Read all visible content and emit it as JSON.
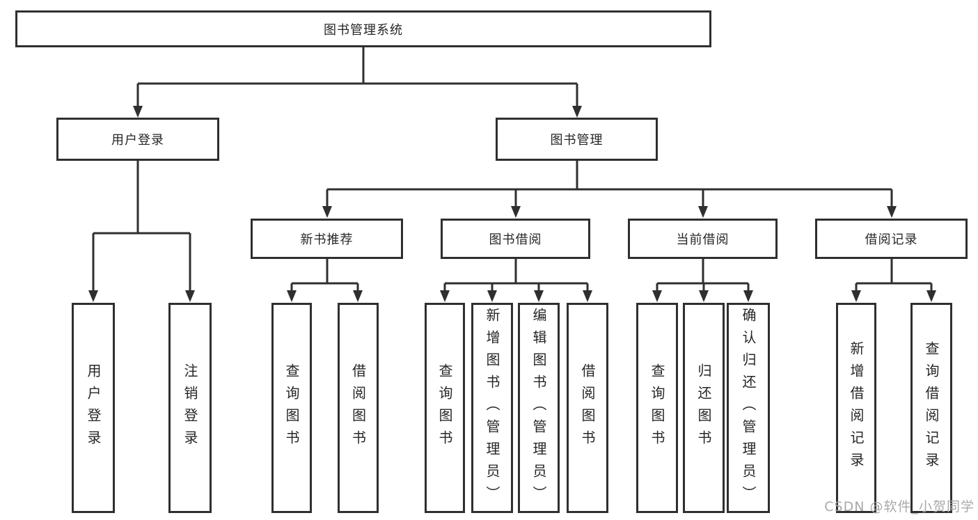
{
  "diagram": {
    "root": {
      "label": "图书管理系统"
    },
    "level2": [
      {
        "parent": "图书管理系统",
        "label": "用户登录"
      },
      {
        "parent": "图书管理系统",
        "label": "图书管理"
      }
    ],
    "level3": [
      {
        "parent": "图书管理",
        "label": "新书推荐"
      },
      {
        "parent": "图书管理",
        "label": "图书借阅"
      },
      {
        "parent": "图书管理",
        "label": "当前借阅"
      },
      {
        "parent": "图书管理",
        "label": "借阅记录"
      }
    ],
    "leaves": [
      {
        "parent": "用户登录",
        "label": "用户登录"
      },
      {
        "parent": "用户登录",
        "label": "注销登录"
      },
      {
        "parent": "新书推荐",
        "label": "查询图书"
      },
      {
        "parent": "新书推荐",
        "label": "借阅图书"
      },
      {
        "parent": "图书借阅",
        "label": "查询图书"
      },
      {
        "parent": "图书借阅",
        "label": "新增图书（管理员）"
      },
      {
        "parent": "图书借阅",
        "label": "编辑图书（管理员）"
      },
      {
        "parent": "图书借阅",
        "label": "借阅图书"
      },
      {
        "parent": "当前借阅",
        "label": "查询图书"
      },
      {
        "parent": "当前借阅",
        "label": "归还图书"
      },
      {
        "parent": "当前借阅",
        "label": "确认归还（管理员）"
      },
      {
        "parent": "借阅记录",
        "label": "新增借阅记录"
      },
      {
        "parent": "借阅记录",
        "label": "查询借阅记录"
      }
    ],
    "colors": {
      "line": "#2f2f2f",
      "text": "#262626",
      "background": "#ffffff",
      "watermark": "#a4a4a4"
    }
  },
  "watermark": {
    "text": "CSDN @软件_小贺同学"
  }
}
